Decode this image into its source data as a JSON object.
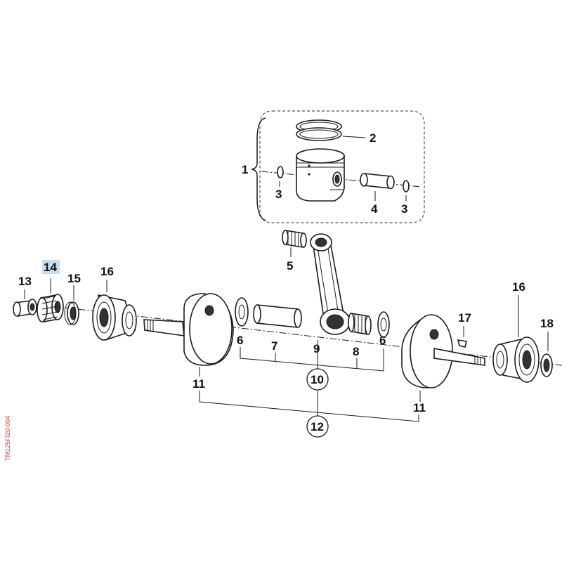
{
  "drawing_code": "TM125FI20-004",
  "selected_part": "14",
  "labels": {
    "p1": "1",
    "p2": "2",
    "p3a": "3",
    "p3b": "3",
    "p4": "4",
    "p5": "5",
    "p6a": "6",
    "p6b": "6",
    "p7": "7",
    "p8": "8",
    "p9": "9",
    "p10": "10",
    "p11a": "11",
    "p11b": "11",
    "p12": "12",
    "p13": "13",
    "p14": "14",
    "p15": "15",
    "p16a": "16",
    "p16b": "16",
    "p17": "17",
    "p18": "18"
  },
  "colors": {
    "selected_highlight": "#c9dcef",
    "line": "#1a1a1a",
    "drawing_code": "#d9342b"
  }
}
